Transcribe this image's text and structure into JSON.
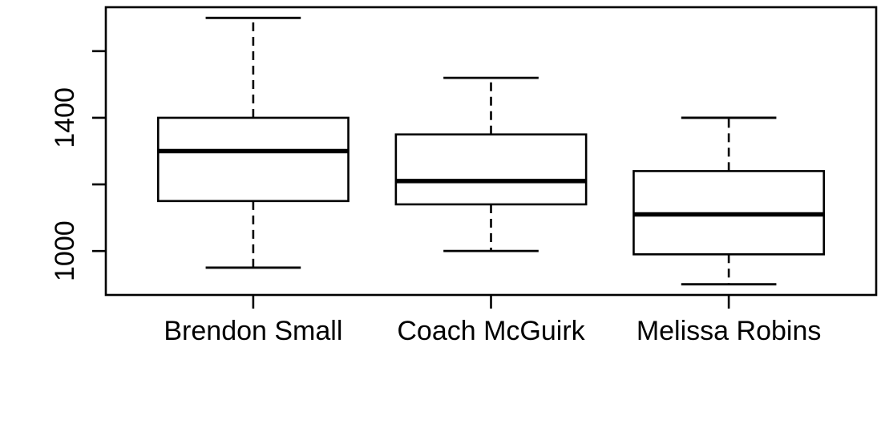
{
  "figure": {
    "background_color": "#ffffff",
    "foreground_color": "#000000"
  },
  "chart_data": {
    "type": "boxplot",
    "title": "",
    "xlabel": "",
    "ylabel": "",
    "categories": [
      "Brendon Small",
      "Coach McGuirk",
      "Melissa Robins"
    ],
    "series": [
      {
        "name": "Brendon Small",
        "min": 950,
        "q1": 1150,
        "median": 1300,
        "q3": 1400,
        "max": 1700
      },
      {
        "name": "Coach McGuirk",
        "min": 1000,
        "q1": 1140,
        "median": 1210,
        "q3": 1350,
        "max": 1520
      },
      {
        "name": "Melissa Robins",
        "min": 900,
        "q1": 990,
        "median": 1110,
        "q3": 1240,
        "max": 1400
      }
    ],
    "ylim": [
      868,
      1732
    ],
    "xlim": [
      0.38,
      3.62
    ],
    "y_ticks": [
      1000,
      1200,
      1400,
      1600
    ],
    "y_tick_labels_shown": [
      "1000",
      "1400"
    ],
    "x_tick_labels": [
      "Brendon Small",
      "Coach McGuirk",
      "Melissa Robins"
    ],
    "box_width_units": 0.8,
    "staple_width_units": 0.4,
    "grid": "off",
    "legend": "none",
    "frame": "on",
    "whisker_style": "dashed",
    "box_fill": "#ffffff",
    "line_color": "#000000"
  }
}
